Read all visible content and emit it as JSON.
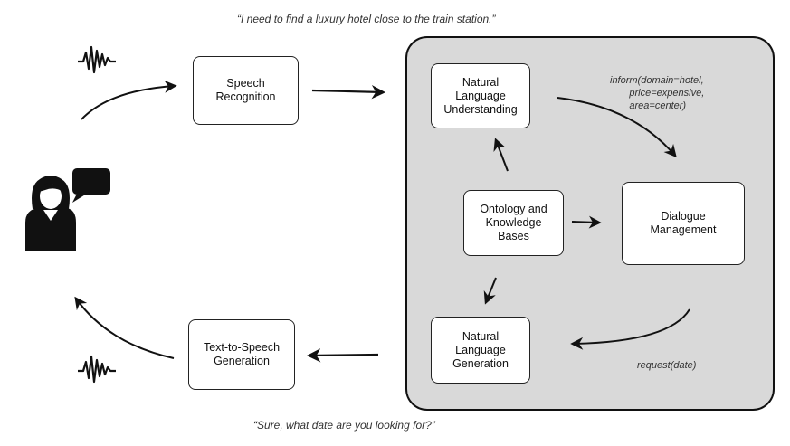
{
  "quotes": {
    "top": "“I need to find a luxury hotel close to the train station.”",
    "bottom": "“Sure, what date are you looking for?”"
  },
  "boxes": {
    "speech_recognition": "Speech\nRecognition",
    "nlu": "Natural\nLanguage\nUnderstanding",
    "ontology": "Ontology and\nKnowledge\nBases",
    "dialogue_management": "Dialogue\nManagement",
    "nlg": "Natural\nLanguage\nGeneration",
    "tts": "Text-to-Speech\nGeneration"
  },
  "annotations": {
    "inform": "inform(domain=hotel,\n       price=expensive,\n       area=center)",
    "request": "request(date)"
  },
  "icons": [
    "waveform-icon",
    "user-speaking-icon",
    "speech-bubble-icon"
  ]
}
